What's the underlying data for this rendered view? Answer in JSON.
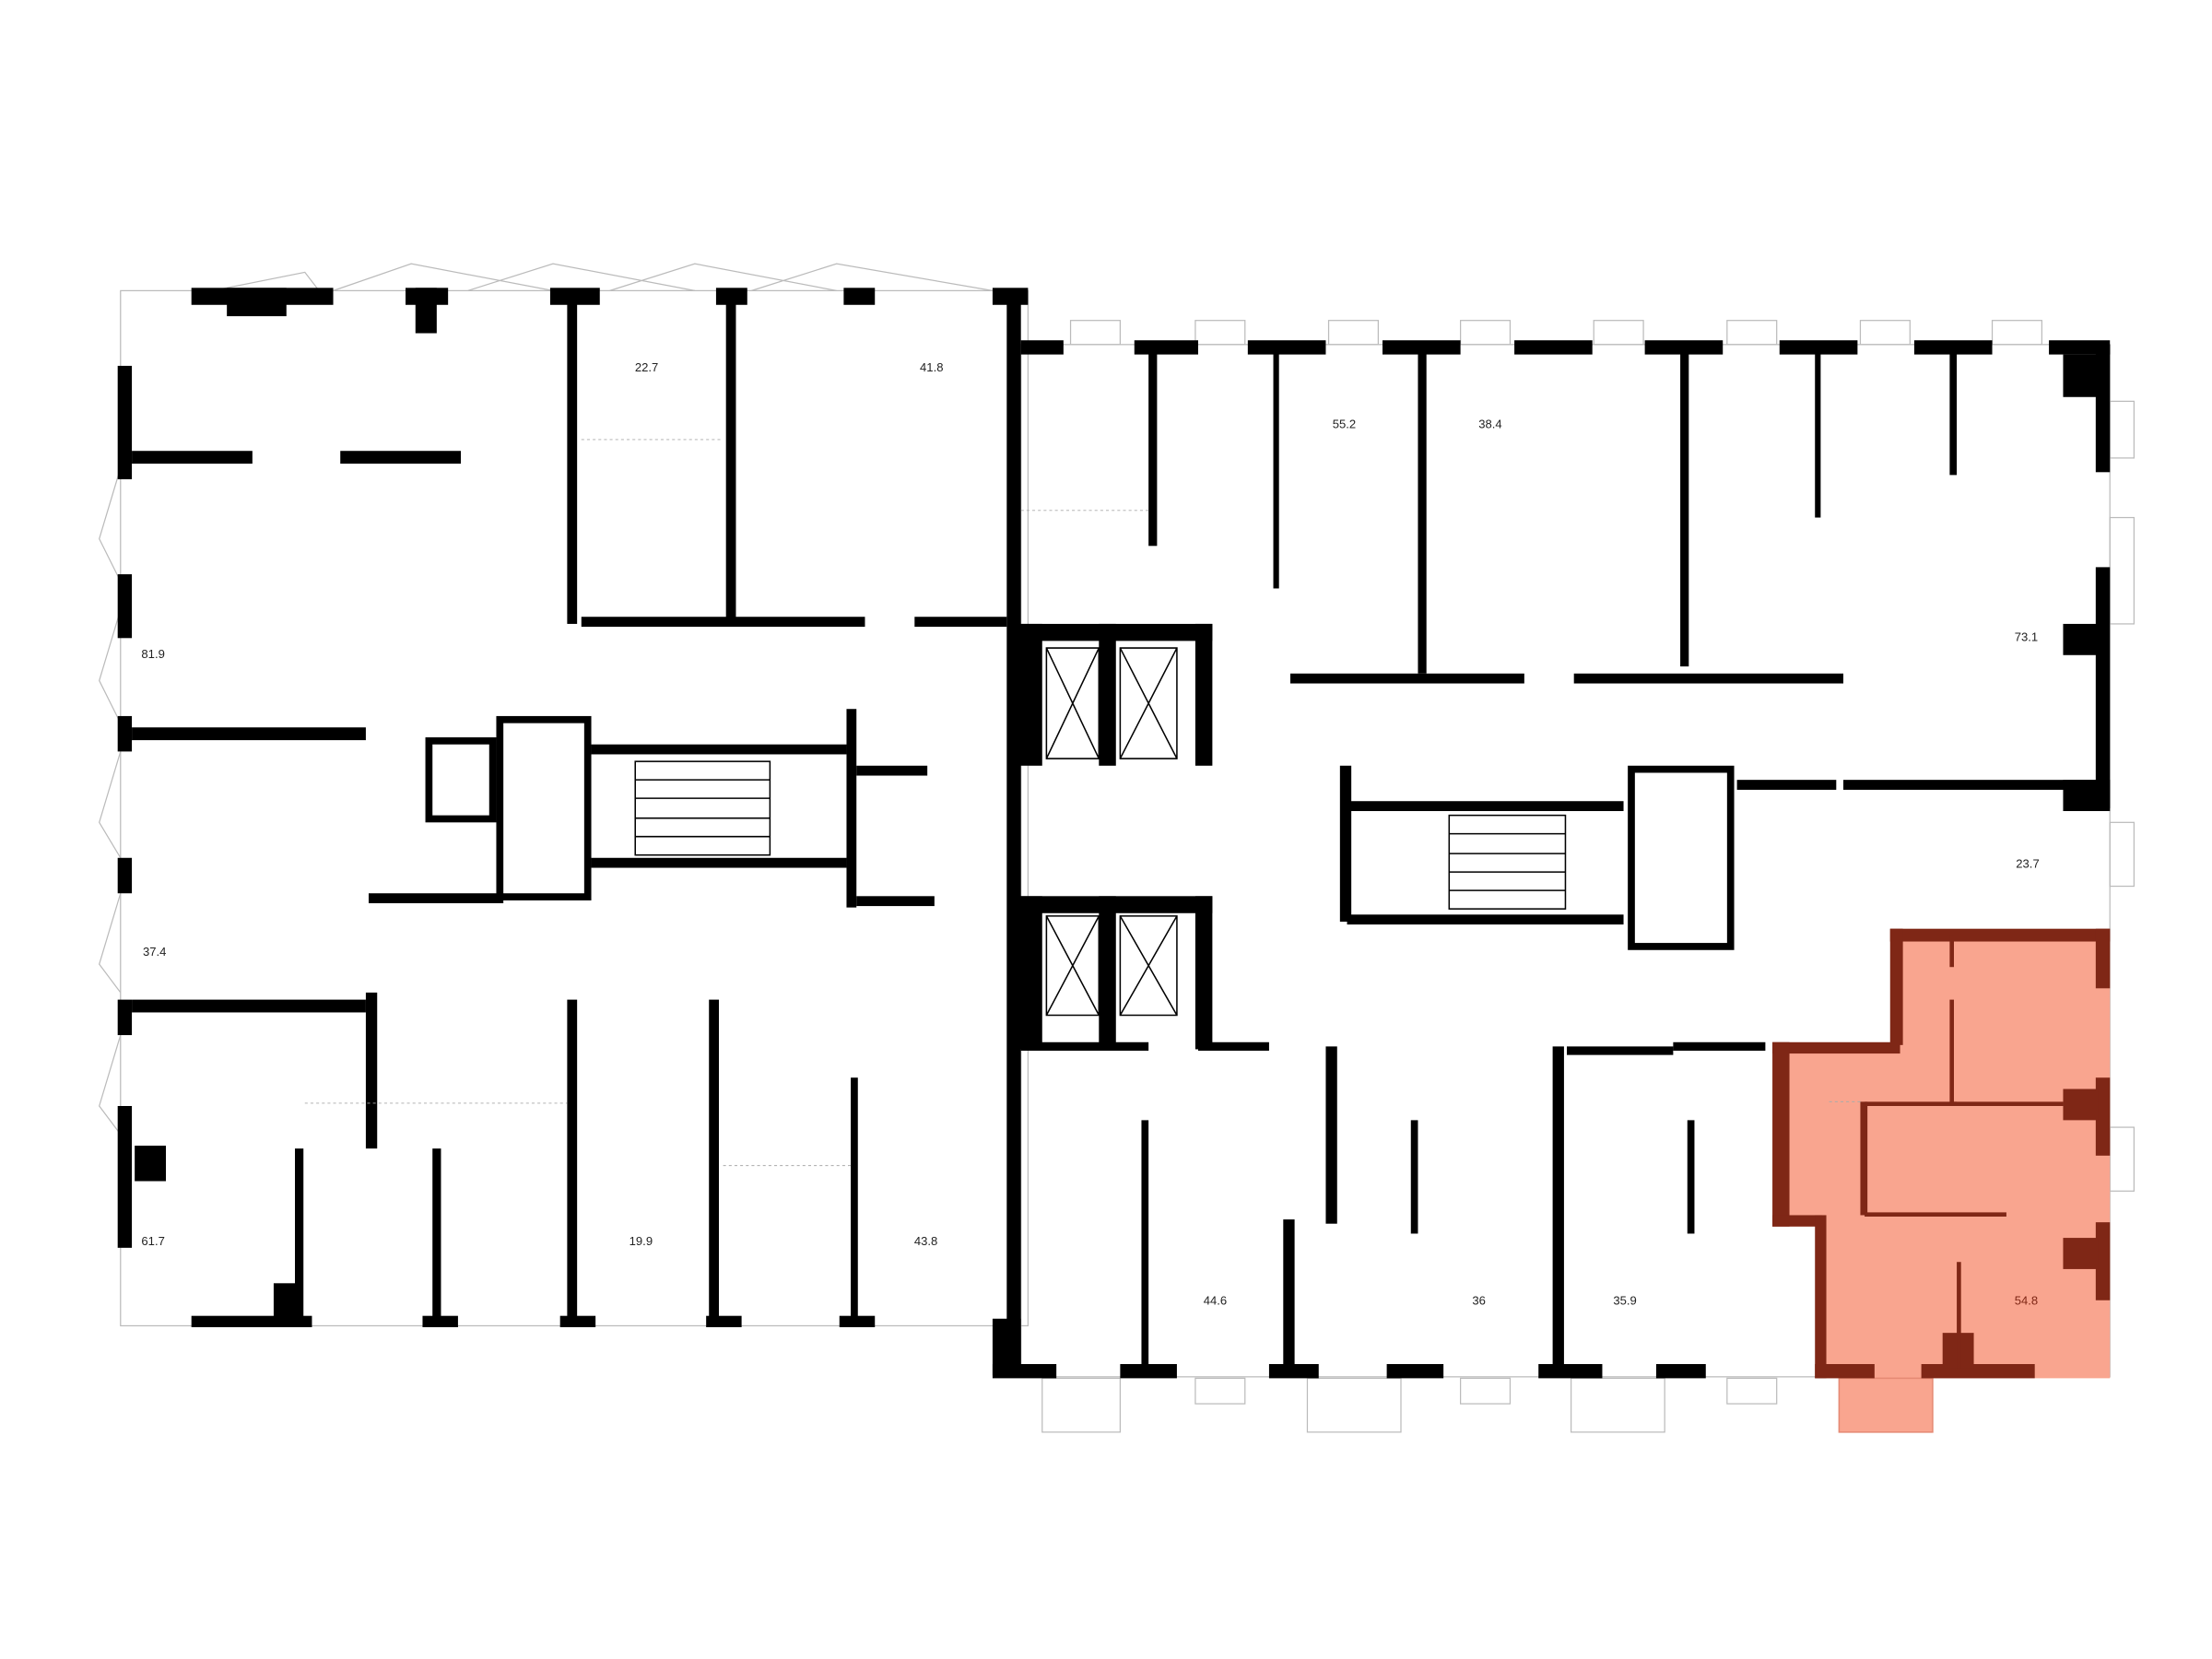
{
  "plan": {
    "highlight_color": "#f9a58f",
    "highlight_wall_color": "#7f2716",
    "wall_color": "#000000",
    "apartments": [
      {
        "area": "22.7"
      },
      {
        "area": "41.8"
      },
      {
        "area": "55.2"
      },
      {
        "area": "38.4"
      },
      {
        "area": "81.9"
      },
      {
        "area": "73.1"
      },
      {
        "area": "37.4"
      },
      {
        "area": "23.7"
      },
      {
        "area": "61.7"
      },
      {
        "area": "19.9"
      },
      {
        "area": "43.8"
      },
      {
        "area": "44.6"
      },
      {
        "area": "36"
      },
      {
        "area": "35.9"
      },
      {
        "area": "54.8",
        "selected": true
      }
    ]
  }
}
